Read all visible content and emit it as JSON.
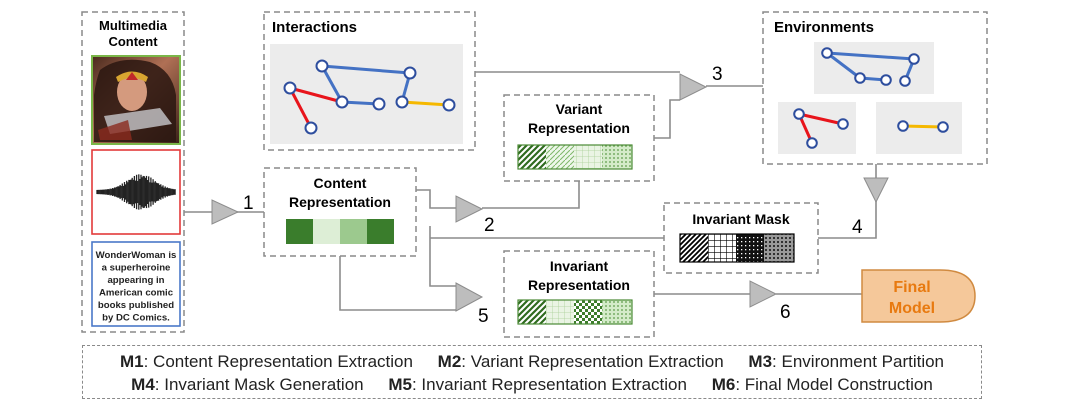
{
  "multimedia": {
    "title_line1": "Multimedia",
    "title_line2": "Content",
    "text_lines": [
      "WonderWoman is",
      "a superheroine",
      "appearing in",
      "American comic",
      "books published",
      "by DC Comics."
    ]
  },
  "interactions": {
    "title": "Interactions"
  },
  "environments": {
    "title": "Environments"
  },
  "content_repr": {
    "line1": "Content",
    "line2": "Representation",
    "blocks": [
      "#3a7d2c",
      "#ddeed6",
      "#9cc98e",
      "#3a7d2c"
    ]
  },
  "variant_repr": {
    "line1": "Variant",
    "line2": "Representation"
  },
  "invariant_repr": {
    "line1": "Invariant",
    "line2": "Representation"
  },
  "invariant_mask": {
    "title": "Invariant Mask"
  },
  "final_model": {
    "line1": "Final",
    "line2": "Model"
  },
  "steps": [
    "1",
    "2",
    "3",
    "4",
    "5",
    "6"
  ],
  "legend": [
    [
      {
        "code": "M1",
        "text": ": Content Representation Extraction"
      },
      {
        "code": "M2",
        "text": ": Variant Representation Extraction"
      },
      {
        "code": "M3",
        "text": ": Environment Partition"
      }
    ],
    [
      {
        "code": "M4",
        "text": ": Invariant Mask Generation"
      },
      {
        "code": "M5",
        "text": ": Invariant Representation Extraction"
      },
      {
        "code": "M6",
        "text": ": Final Model Construction"
      }
    ]
  ],
  "colors": {
    "blue_edge": "#4472c4",
    "red_edge": "#e8141b",
    "yellow_edge": "#f5b800",
    "node_stroke": "#2e4e9e",
    "arrow_fill": "#bdbdbd",
    "final_fill": "#f5c89a",
    "final_stroke": "#d08a40",
    "final_text": "#e87a10"
  }
}
